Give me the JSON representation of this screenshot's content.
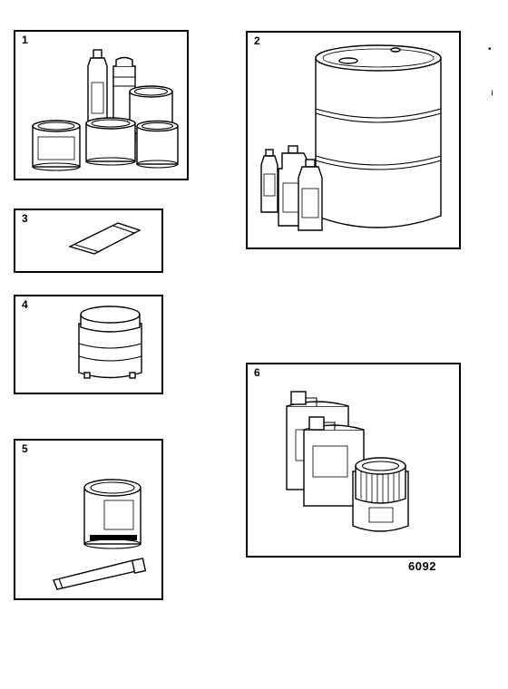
{
  "figure": {
    "panels": [
      {
        "label": "1",
        "items": [
          "bottle-icon",
          "spray-can-icon",
          "paint-tin-icon"
        ]
      },
      {
        "label": "2",
        "items": [
          "oil-drum-icon",
          "oil-bottle-icon",
          "jerrycan-icon"
        ]
      },
      {
        "label": "3",
        "items": [
          "sachet-icon"
        ]
      },
      {
        "label": "4",
        "items": [
          "grease-jar-icon"
        ]
      },
      {
        "label": "5",
        "items": [
          "paint-tin-icon",
          "tube-icon"
        ]
      },
      {
        "label": "6",
        "items": [
          "fluid-can-icon",
          "grease-jar-icon"
        ]
      }
    ],
    "reference_code": "6092"
  }
}
